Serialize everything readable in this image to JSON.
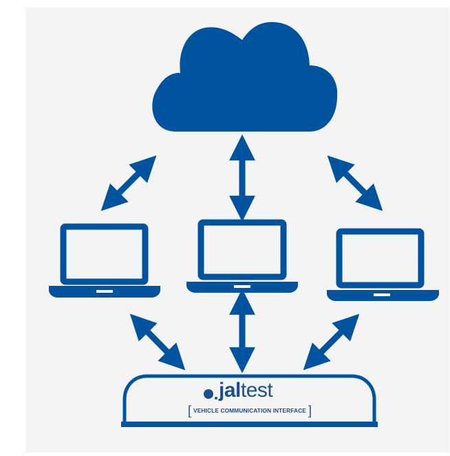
{
  "colors": {
    "primary": "#00539f",
    "background": "#f4f4f4",
    "screen": "#ffffff",
    "brand_text": "#1c4f8f"
  },
  "nodes": {
    "cloud": {
      "icon": "cloud-icon"
    },
    "laptops": [
      {
        "id": "laptop-left",
        "icon": "laptop-icon"
      },
      {
        "id": "laptop-center",
        "icon": "laptop-icon"
      },
      {
        "id": "laptop-right",
        "icon": "laptop-icon"
      }
    ],
    "device": {
      "icon": "vehicle-interface-icon",
      "brand": {
        "jal": "jal",
        "test": "test"
      },
      "bracket_left": "[",
      "caption": "VEHICLE COMMUNICATION INTERFACE",
      "bracket_right": "]"
    }
  },
  "edges": [
    {
      "from": "cloud",
      "to": "laptop-left",
      "type": "bidirectional"
    },
    {
      "from": "cloud",
      "to": "laptop-center",
      "type": "bidirectional"
    },
    {
      "from": "cloud",
      "to": "laptop-right",
      "type": "bidirectional"
    },
    {
      "from": "laptop-left",
      "to": "device",
      "type": "bidirectional"
    },
    {
      "from": "laptop-center",
      "to": "device",
      "type": "bidirectional"
    },
    {
      "from": "laptop-right",
      "to": "device",
      "type": "bidirectional"
    }
  ]
}
